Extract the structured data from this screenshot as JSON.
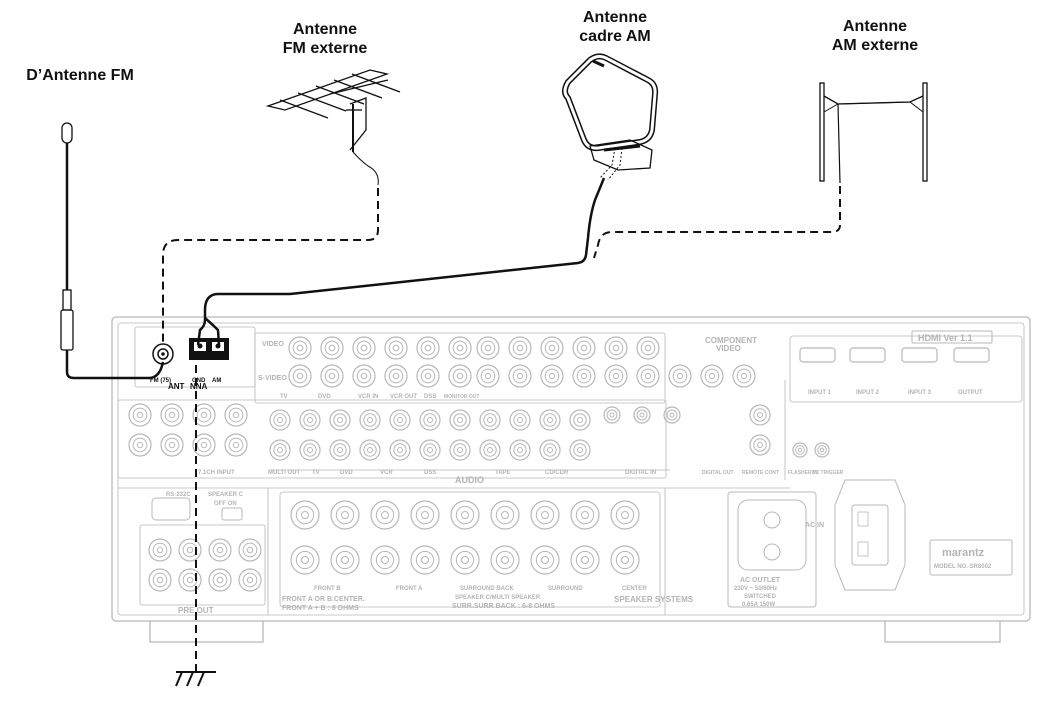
{
  "labels": {
    "fm_antenna": "D’Antenne FM",
    "fm_external_line1": "Antenne",
    "fm_external_line2": "FM externe",
    "am_loop_line1": "Antenne",
    "am_loop_line2": "cadre AM",
    "am_external_line1": "Antenne",
    "am_external_line2": "AM externe"
  },
  "jacks": {
    "fm": "FM (75)",
    "ant": "ANT",
    "gnd": "GND",
    "am": "AM",
    "nna": "NNA"
  },
  "panel": {
    "hdmi_title": "HDMI Ver 1.1",
    "component_video": "COMPONENT",
    "component_video2": "VIDEO",
    "hdmi_inputs": [
      "INPUT 1",
      "INPUT 2",
      "INPUT 3",
      "OUTPUT"
    ],
    "video": "VIDEO",
    "s_video": "S-VIDEO",
    "video_sources": [
      "TV",
      "DVD",
      "VCR IN",
      "VCR OUT",
      "DSS",
      "MONITOR OUT"
    ],
    "audio": "AUDIO",
    "audio_row": [
      "MULTI OUT",
      "TV",
      "DVD",
      "VCR",
      "DSS"
    ],
    "tape": "TAPE",
    "cd_cdr": "CD/CDR",
    "digital_in": "DIGITAL IN",
    "digital_out": "DIGITAL OUT",
    "remote_cont": "REMOTE CONT",
    "flasher_in": "FLASHER IN",
    "dc_trigger": "DC TRIGGER",
    "rs232c": "RS-232C",
    "speaker_c": "SPEAKER C",
    "off_on": "OFF ON",
    "pre_out": "PRE OUT",
    "ch_input": "7.1CH INPUT",
    "front_b": "FRONT B",
    "front_a": "FRONT A",
    "surround_back": "SURROUND BACK",
    "surround": "SURROUND",
    "center": "CENTER",
    "speaker_systems": "SPEAKER SYSTEMS",
    "impedance1": "FRONT A OR B.CENTER.",
    "impedance2": "FRONT A + B : 8 OHMS",
    "impedance3": "SPEAKER C/MULTI SPEAKER",
    "impedance4": "SURR.SURR BACK : 6-8 OHMS",
    "ac_in": "AC IN",
    "ac_outlet1": "AC OUTLET",
    "ac_outlet2": "230V ~ 50/60Hz",
    "ac_outlet3": "SWITCHED",
    "ac_outlet4": "0.65A 150W",
    "brand": "marantz",
    "model": "MODEL NO. SR8002"
  }
}
